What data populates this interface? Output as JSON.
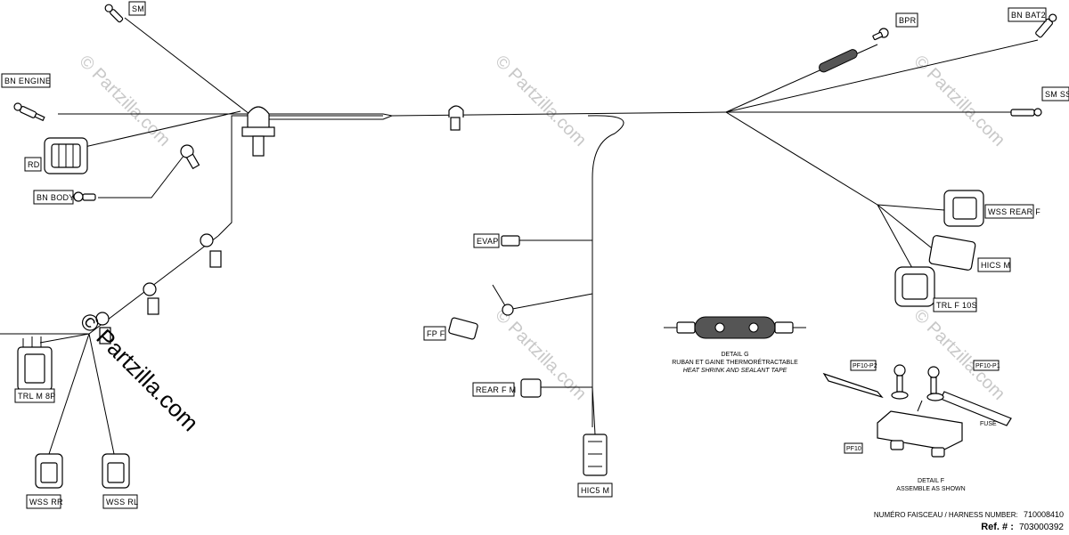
{
  "labels": {
    "sm": "SM",
    "bn_engine": "BN ENGINE",
    "rd": "RD",
    "bn_body": "BN BODY",
    "trl_m_8p": "TRL M 8P",
    "wss_rr": "WSS RR",
    "wss_rl": "WSS RL",
    "evap": "EVAP",
    "fp_f": "FP F",
    "rear_f_m": "REAR F M",
    "hic5_m": "HIC5 M",
    "bpr": "BPR",
    "bn_bat2": "BN BAT2",
    "sm_ss": "SM SS",
    "wss_rear_f": "WSS REAR F",
    "hics_m": "HICS M",
    "trl_f_10s": "TRL F 10S"
  },
  "detail_g": {
    "title": "DETAIL G",
    "line_fr": "RUBAN ET GAINE THERMORÉTRACTABLE",
    "line_en": "HEAT SHRINK AND SEALANT TAPE"
  },
  "detail_f": {
    "title": "DETAIL F",
    "subtitle": "ASSEMBLE AS SHOWN",
    "pf10_p2": "PF10-P2",
    "pf10_p1": "PF10-P1",
    "fuse": "FUSE",
    "pf10": "PF10"
  },
  "watermark": {
    "text": "© Partzilla.com",
    "big": "© Partzilla.com"
  },
  "footer": {
    "harness_label": "NUMÉRO FAISCEAU / HARNESS NUMBER:",
    "harness_number": "710008410",
    "ref_label": "Ref. # :",
    "ref_number": "703000392"
  }
}
